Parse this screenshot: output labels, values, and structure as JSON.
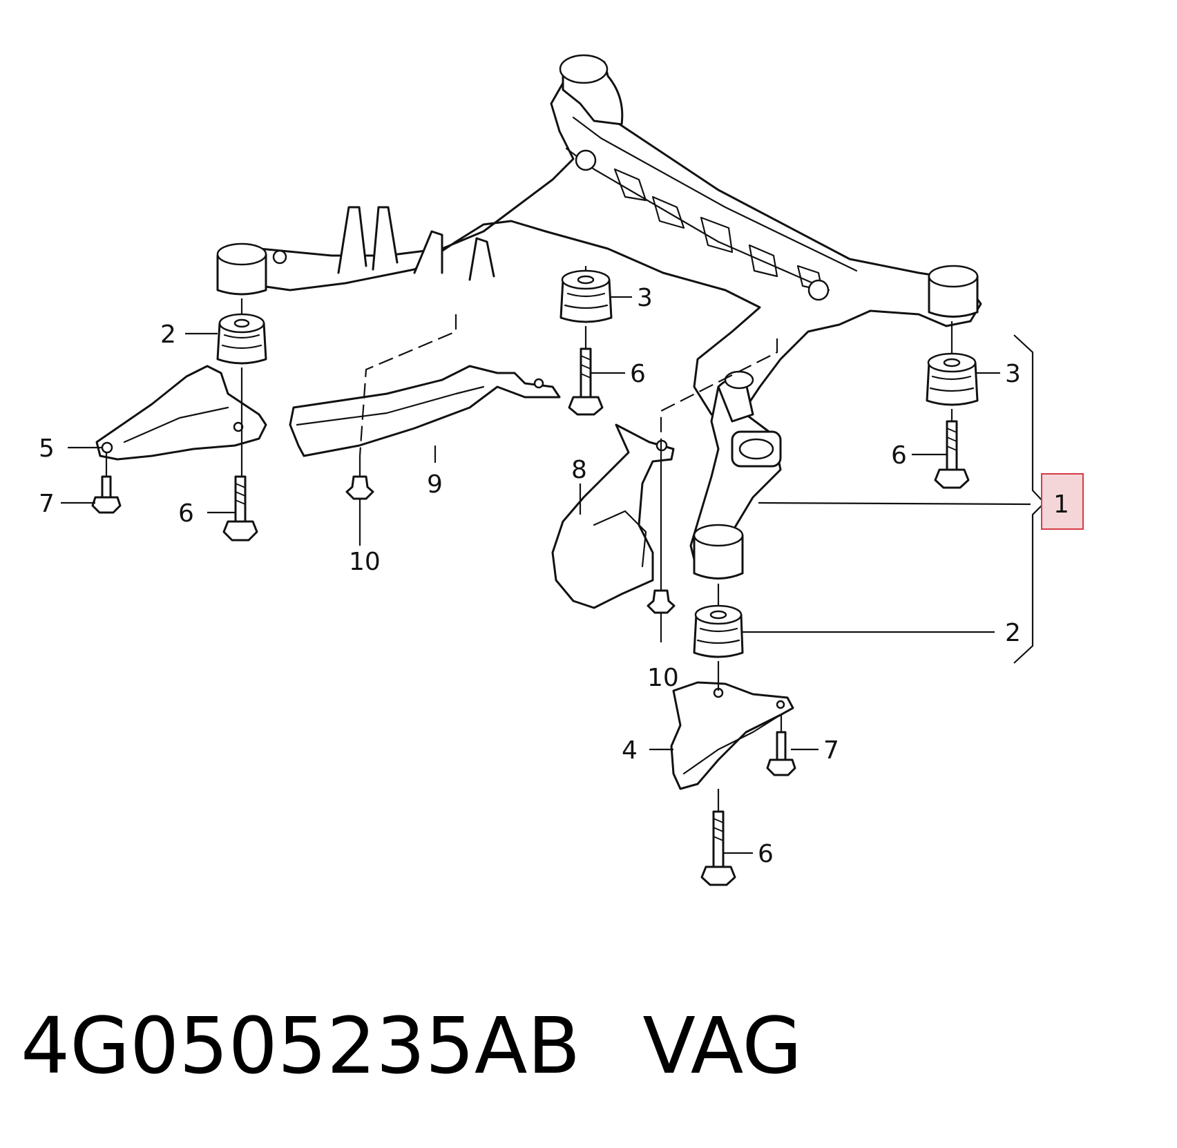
{
  "callouts": {
    "c1": "1",
    "c2a": "2",
    "c2b": "2",
    "c3a": "3",
    "c3b": "3",
    "c4": "4",
    "c5": "5",
    "c6a": "6",
    "c6b": "6",
    "c6c": "6",
    "c6d": "6",
    "c7a": "7",
    "c7b": "7",
    "c8": "8",
    "c9": "9",
    "c10a": "10",
    "c10b": "10"
  },
  "caption": {
    "part_number": "4G0505235AB",
    "brand": "VAG"
  },
  "colors": {
    "line": "#111111",
    "highlight_fill": "#f4d6d9",
    "highlight_stroke": "#d83a45"
  }
}
